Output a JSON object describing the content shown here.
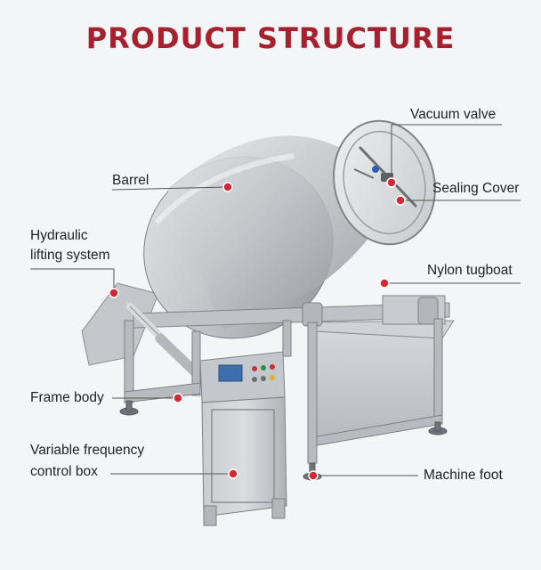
{
  "title": "PRODUCT STRUCTURE",
  "colors": {
    "title": "#a7202d",
    "marker": "#d02a36",
    "leader_line": "#555555",
    "metal_light": "#d4d6d9",
    "metal_mid": "#a9adb2",
    "metal_dark": "#7c8086",
    "background": "#f4f5f7"
  },
  "labels": {
    "vacuum_valve": "Vacuum valve",
    "barrel": "Barrel",
    "sealing_cover": "Sealing Cover",
    "hydraulic_line1": "Hydraulic",
    "hydraulic_line2": "lifting system",
    "nylon_tugboat": "Nylon tugboat",
    "frame_body": "Frame body",
    "control_box_line1": "Variable frequency",
    "control_box_line2": "control box",
    "machine_foot": "Machine foot"
  }
}
